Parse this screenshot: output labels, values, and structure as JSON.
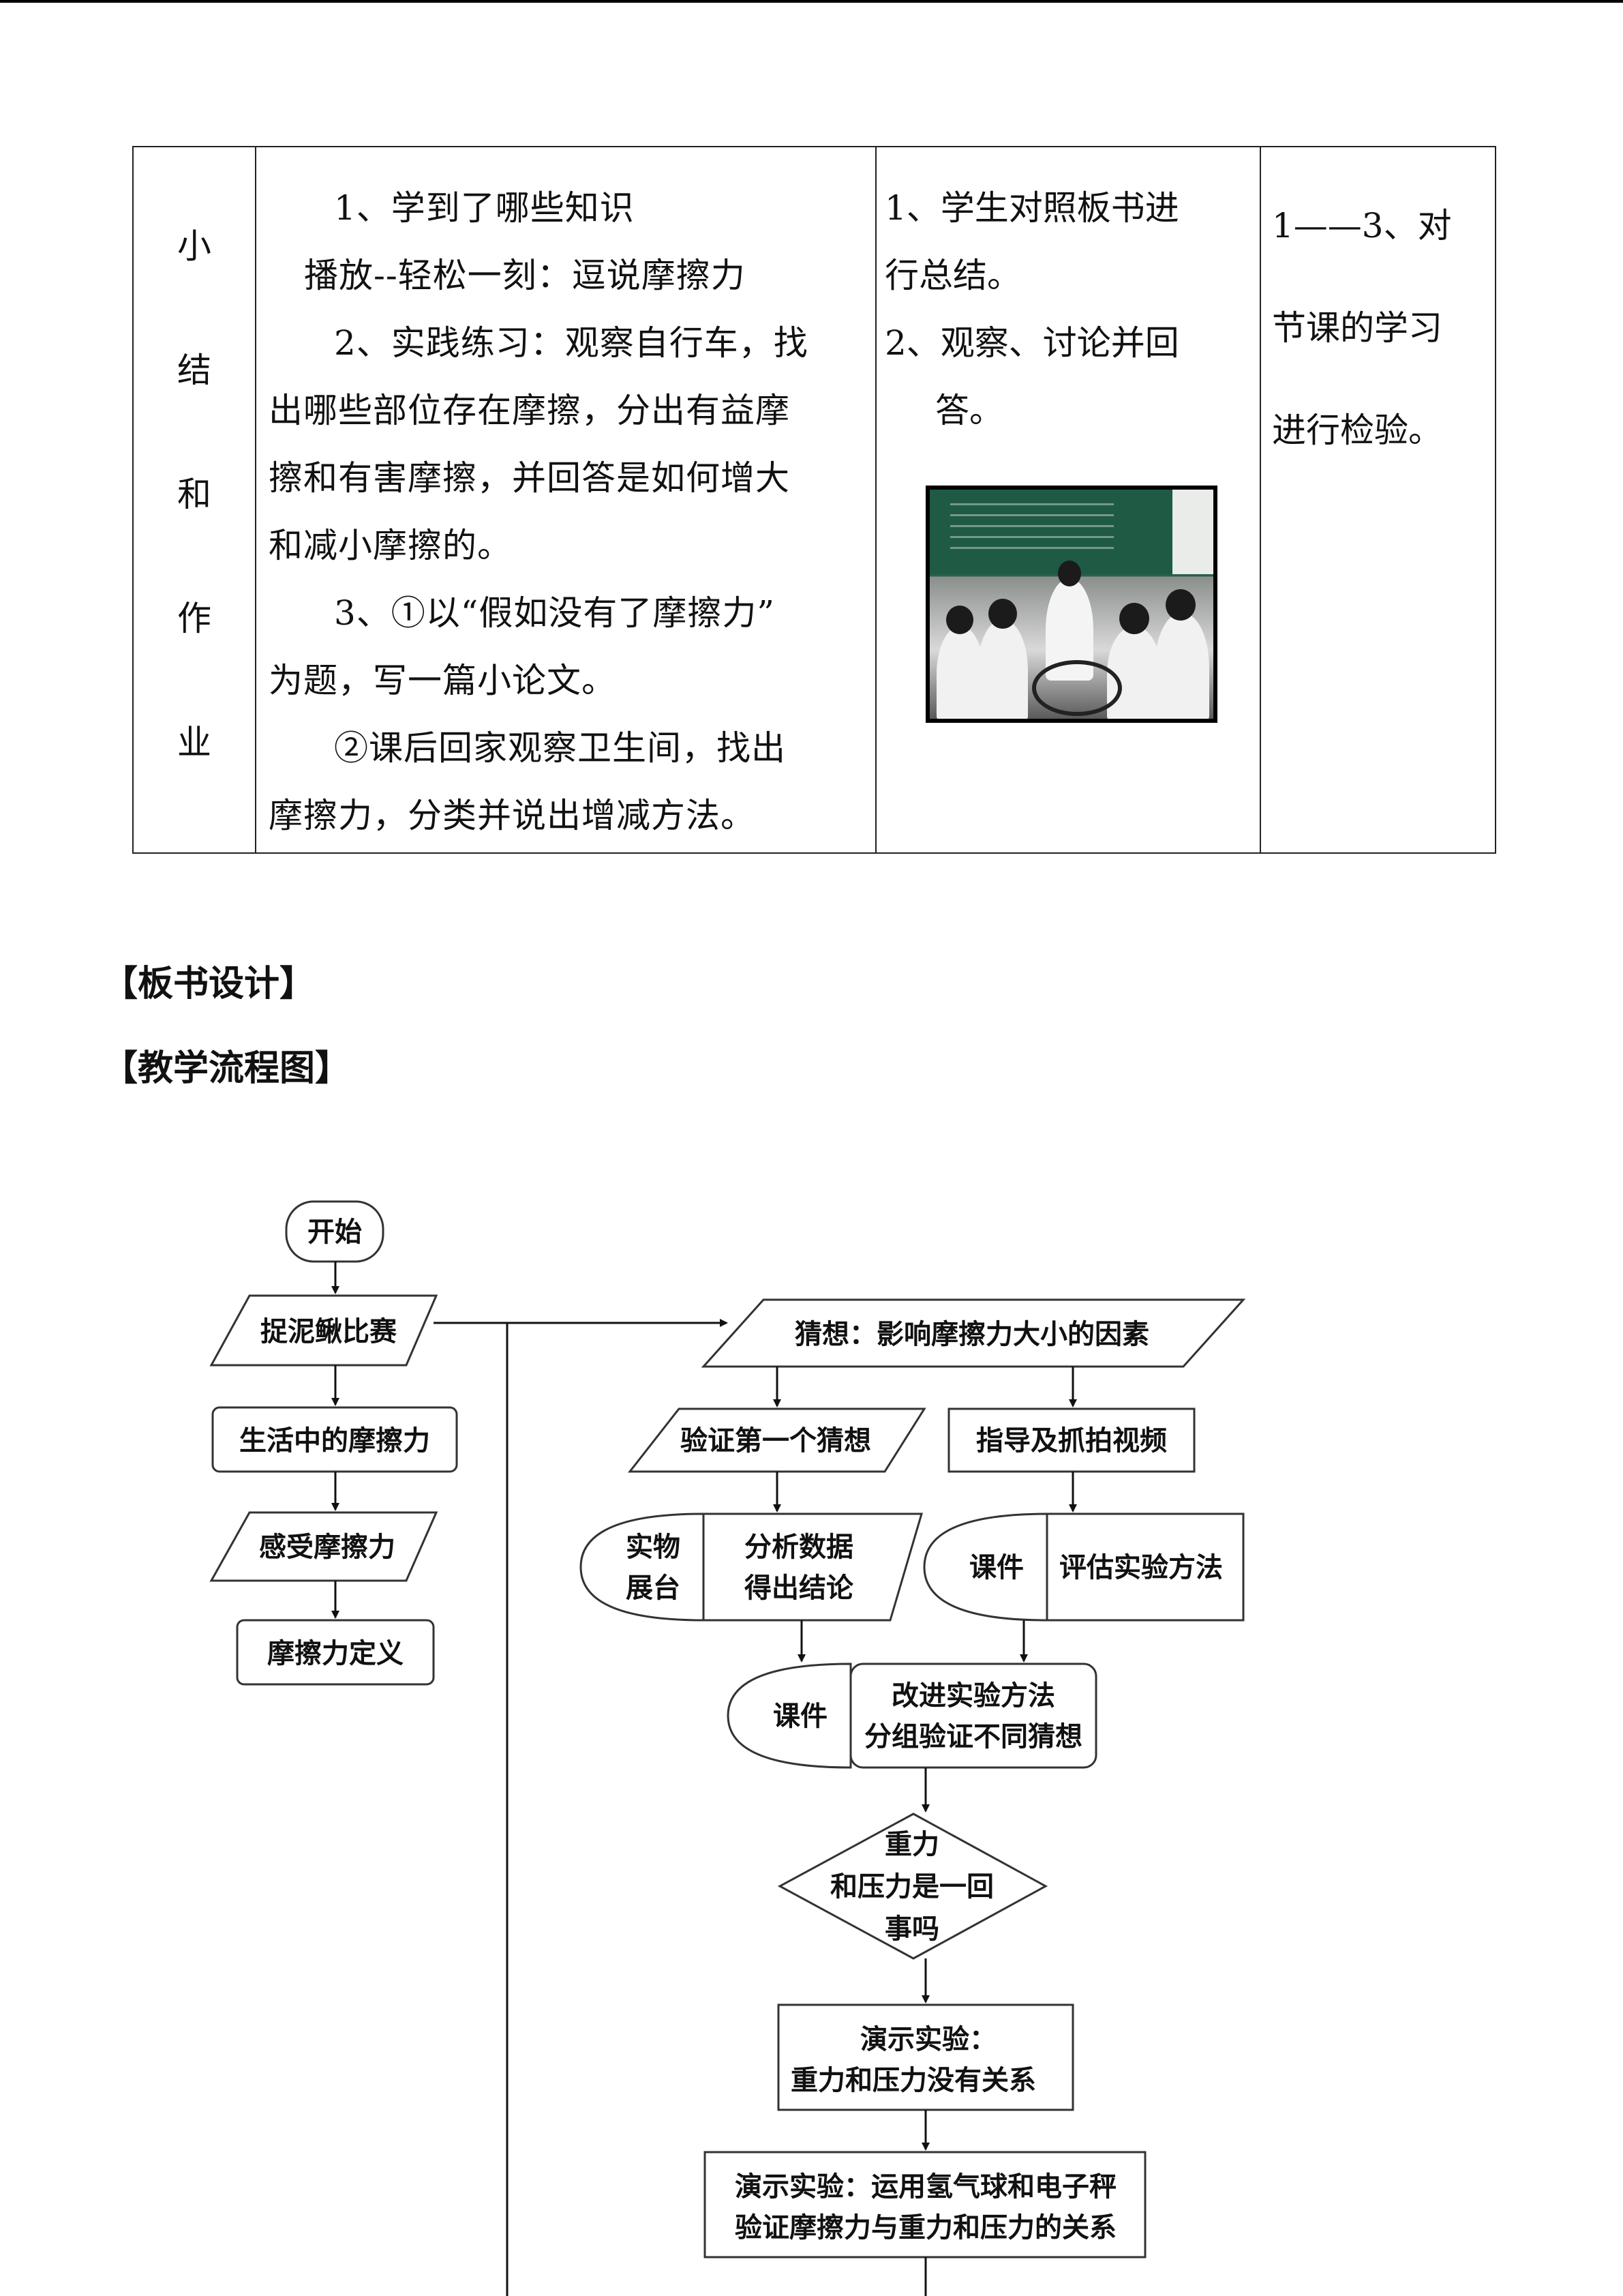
{
  "table": {
    "row_title_chars": [
      "小",
      "结",
      "和",
      "作",
      "业"
    ],
    "teacher_lines": [
      "1、学到了哪些知识",
      "播放--轻松一刻：逗说摩擦力",
      "2、实践练习：观察自行车，找",
      "出哪些部位存在摩擦，分出有益摩",
      "擦和有害摩擦，并回答是如何增大",
      "和减小摩擦的。",
      "3、①以“假如没有了摩擦力”",
      "为题，写一篇小论文。",
      "②课后回家观察卫生间，找出",
      "摩擦力，分类并说出增减方法。"
    ],
    "student_lines": [
      "1、学生对照板书进",
      "行总结。",
      "2、观察、讨论并回",
      "答。"
    ],
    "goal_lines": [
      "1——3、对",
      "节课的学习",
      "进行检验。"
    ]
  },
  "headings": {
    "board_design": "【板书设计】",
    "flowchart": "【教学流程图】"
  },
  "flowchart": {
    "start": "开始",
    "catch_loach": "捉泥鳅比赛",
    "life_friction": "生活中的摩擦力",
    "feel_friction": "感受摩擦力",
    "friction_def": "摩擦力定义",
    "guess": "猜想：影响摩擦力大小的因素",
    "verify_first": "验证第一个猜想",
    "guide_video": "指导及抓拍视频",
    "projector_1": "实物",
    "projector_2": "展台",
    "analyze_1": "分析数据",
    "analyze_2": "得出结论",
    "courseware_a": "课件",
    "evaluate": "评估实验方法",
    "courseware_b": "课件",
    "improve_1": "改进实验方法",
    "improve_2": "分组验证不同猜想",
    "diamond_1": "重力",
    "diamond_2": "和压力是一回",
    "diamond_3": "事吗",
    "demo1_1": "演示实验：",
    "demo1_2": "重力和压力没有关系",
    "demo2_1": "演示实验：运用氢气球和电子秤",
    "demo2_2": "验证摩擦力与重力和压力的关系"
  }
}
